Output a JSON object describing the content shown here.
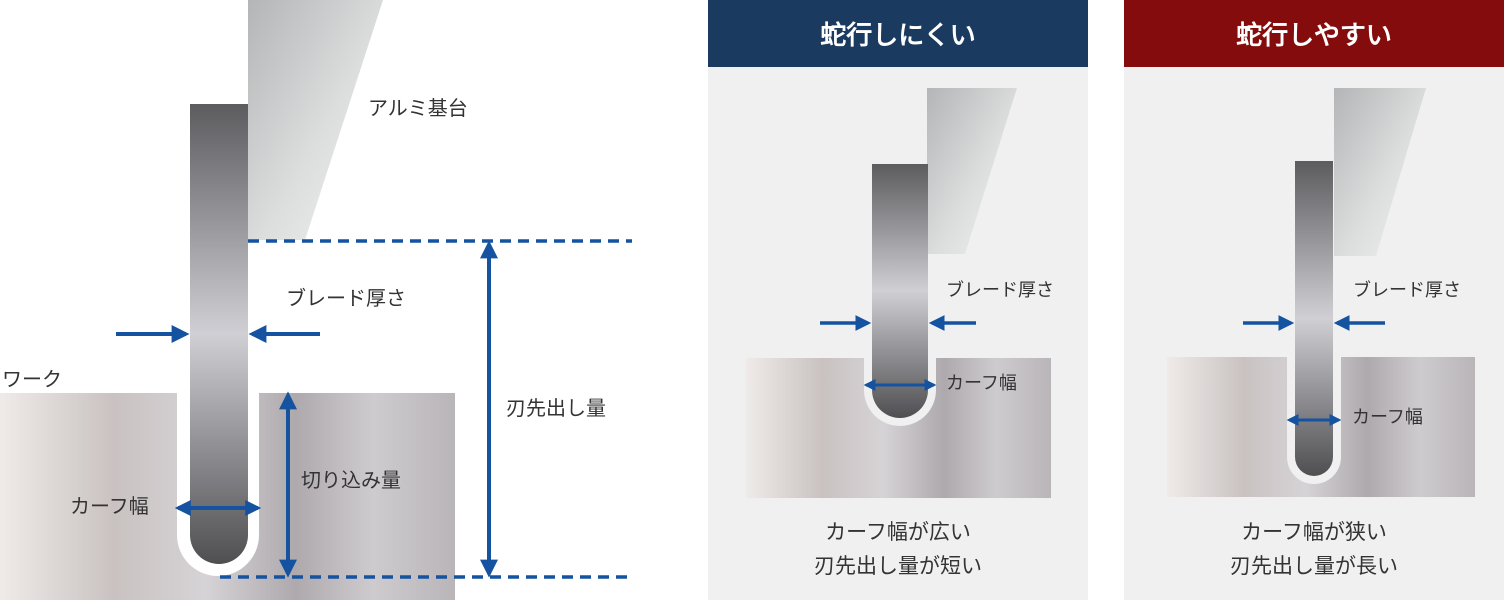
{
  "main_diagram": {
    "label_base": "アルミ基台",
    "label_blade_thickness": "ブレード厚さ",
    "label_work": "ワーク",
    "label_exposure": "刃先出し量",
    "label_cut_depth": "切り込み量",
    "label_kerf": "カーフ幅"
  },
  "panels": [
    {
      "title": "蛇行しにくい",
      "header_color": "#1a3a5f",
      "label_blade_thickness": "ブレード厚さ",
      "label_kerf": "カーフ幅",
      "caption_line1": "カーフ幅が広い",
      "caption_line2": "刃先出し量が短い"
    },
    {
      "title": "蛇行しやすい",
      "header_color": "#850c0c",
      "label_blade_thickness": "ブレード厚さ",
      "label_kerf": "カーフ幅",
      "caption_line1": "カーフ幅が狭い",
      "caption_line2": "刃先出し量が長い"
    }
  ],
  "colors": {
    "arrow": "#1552a0",
    "panel_bg": "#f0f0f1",
    "text": "#333333"
  }
}
